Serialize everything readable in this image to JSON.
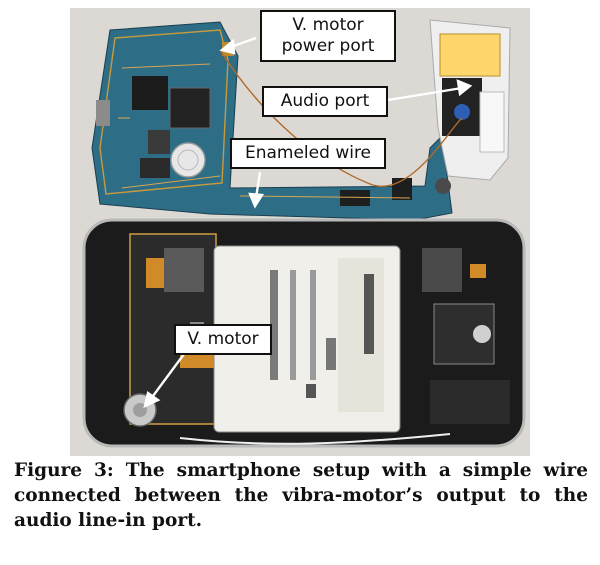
{
  "figure": {
    "labels": {
      "power_port": "V. motor\npower port",
      "audio_port": "Audio port",
      "enameled_wire": "Enameled wire",
      "v_motor": "V. motor"
    }
  },
  "caption": "Figure 3: The smartphone setup with a simple wire connected between the vibra-motor’s output to the audio line-in port."
}
